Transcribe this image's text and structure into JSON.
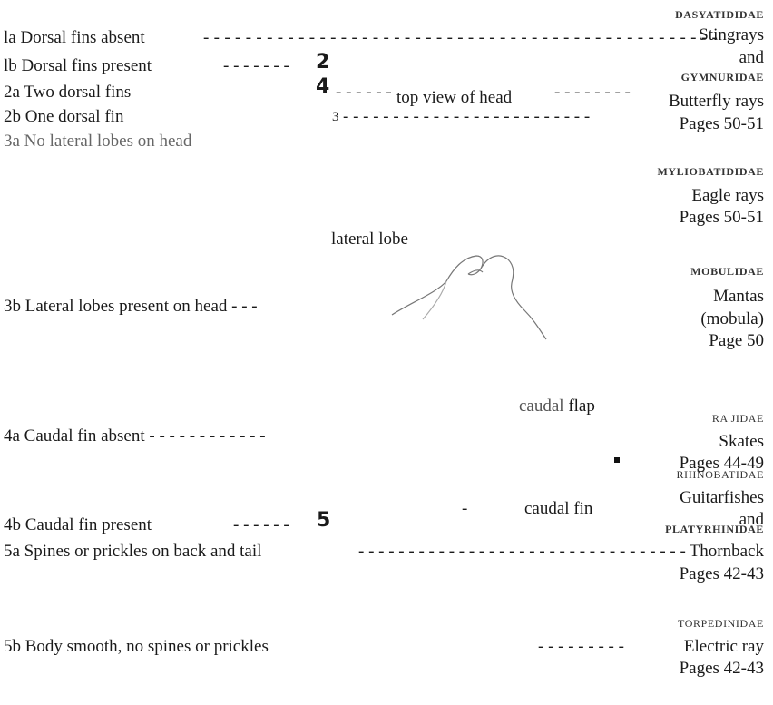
{
  "families": {
    "dasyatididae": "DASYATIDIDAE",
    "gymnuridae": "GYMNURIDAE",
    "myliobatididae": "MYLIOBATIDIDAE",
    "mobulidae": "MOBULIDAE",
    "rajidae": "RA JIDAE",
    "rhinobatidae": "RHINOBATIDAE",
    "platyrhinidae": "PLATYRHINIDAE",
    "torpedinidae": "TORPEDINIDAE"
  },
  "right_column": {
    "stingrays": "Stingrays",
    "and_1": "and",
    "butterfly_rays": "Butterfly rays",
    "pages_50_51_a": "Pages 50-51",
    "eagle_rays": "Eagle rays",
    "pages_50_51_b": "Pages 50-51",
    "mantas": "Mantas",
    "mobula": "(mobula)",
    "page_50": "Page 50",
    "skates": "Skates",
    "pages_44_49": "Pages 44-49",
    "guitarfishes": "Guitarfishes",
    "and_2": "and",
    "thornback": "Thornback",
    "pages_42_43_a": "Pages 42-43",
    "electric_ray": "Electric ray",
    "pages_42_43_b": "Pages 42-43"
  },
  "key": {
    "1a": "la Dorsal fins absent",
    "1b": "lb Dorsal fins present",
    "2a": "2a  Two dorsal fins",
    "2b": "2b  One dorsal fin",
    "3a": "3a  No lateral lobes on head",
    "3b": "3b  Lateral lobes present on head - - -",
    "4a": "4a  Caudal fin absent - - - - - - - - - - - -",
    "4b": "4b  Caudal fin present",
    "5a": "5a  Spines or prickles on back and tail",
    "5b": "5b  Body smooth, no spines or prickles"
  },
  "goto": {
    "to_2": "2",
    "to_4": "4",
    "to_3": "3",
    "to_5": "5"
  },
  "leaders": {
    "1a": "- - - - - - - - - - - - - - - - - - - - - - - - - - - - - - - - - - - - - - - - - - - - - - - - -",
    "1b": "- - - - - - -",
    "2a": "- - - - - -",
    "2a_tail": "- - - - - - - -",
    "2b": "- - - - - - - - - - - - - - - - - - - - - - - - -",
    "4b": "- - - - - -",
    "5a": "- - - - - - - - - - - - - - - - - - - - - - - - - - - - - - - - -",
    "5b": "- - - - - - - - -",
    "misc_dash": "-"
  },
  "figure_labels": {
    "top_view": "top view of head",
    "lateral_lobe": "lateral lobe",
    "caudal_flap_word": "caudal",
    "caudal_flap_word2": "flap",
    "caudal_fin": "caudal fin"
  }
}
